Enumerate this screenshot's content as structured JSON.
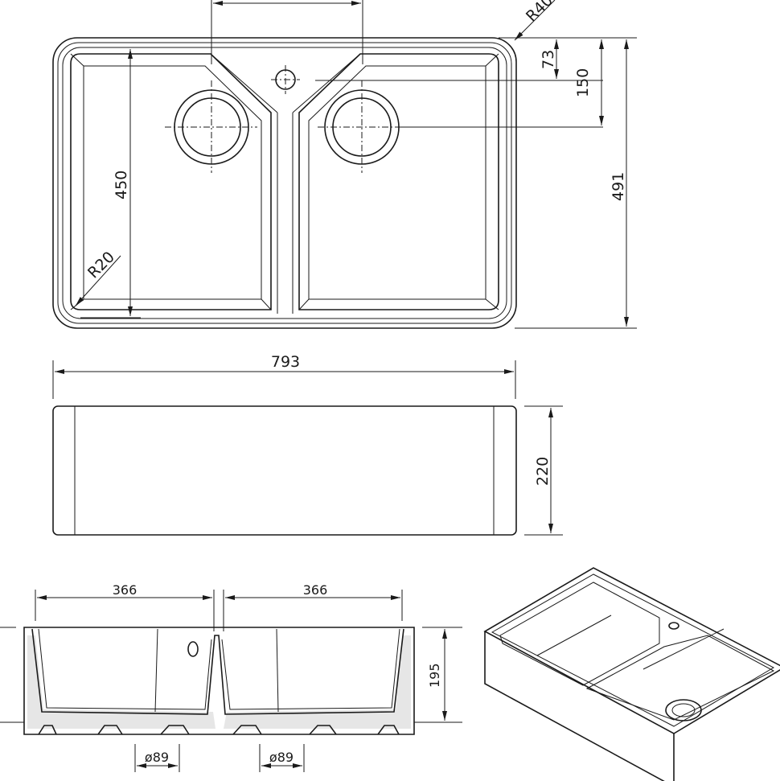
{
  "title": "Double bowl sink technical drawing",
  "top_view": {
    "corner_radius_outer": "R40",
    "tap_offset": "73",
    "waste_offset": "150",
    "overall_depth": "491",
    "bowl_depth": "450",
    "corner_radius_inner": "R20"
  },
  "front_view": {
    "overall_width": "793",
    "height": "220"
  },
  "section_view": {
    "bowl_width_left": "366",
    "bowl_width_right": "366",
    "bowl_height": "195",
    "waste_diameter_left": "ø89",
    "waste_diameter_right": "ø89"
  },
  "colors": {
    "line": "#1a1a1a",
    "background": "#ffffff",
    "fill": "#e6e6e6"
  }
}
